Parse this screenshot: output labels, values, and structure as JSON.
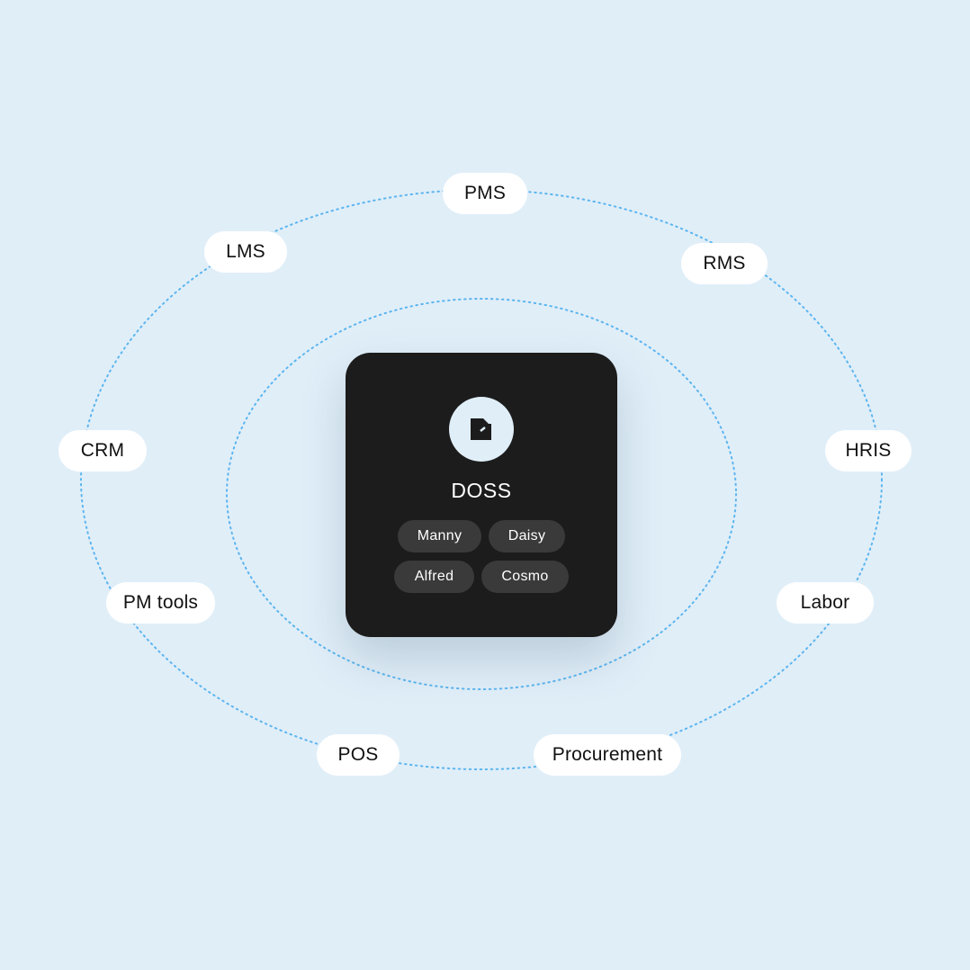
{
  "colors": {
    "background": "#e0eef8",
    "orbit_line": "#5bb5ef",
    "card": "#1c1c1c",
    "chip": "#3a3a3a",
    "pill": "#ffffff"
  },
  "hub": {
    "logo_icon": "doss-logo-icon",
    "name": "DOSS",
    "agents": [
      "Manny",
      "Daisy",
      "Alfred",
      "Cosmo"
    ]
  },
  "integrations": [
    "PMS",
    "LMS",
    "RMS",
    "CRM",
    "HRIS",
    "PM tools",
    "Labor",
    "POS",
    "Procurement"
  ]
}
